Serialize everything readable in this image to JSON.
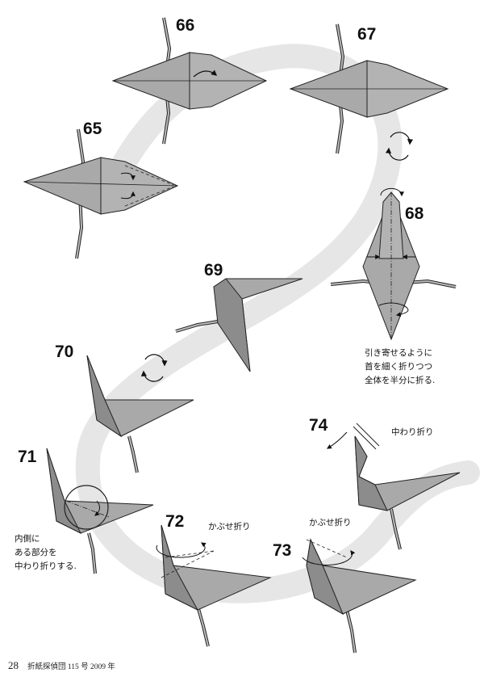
{
  "page": {
    "page_number": "28",
    "publication": "折紙探偵団 115 号 2009 年"
  },
  "steps": [
    "65",
    "66",
    "67",
    "68",
    "69",
    "70",
    "71",
    "72",
    "73",
    "74"
  ],
  "notes": {
    "step68": [
      "引き寄せるように",
      "首を細く折りつつ",
      "全体を半分に折る."
    ],
    "step71": [
      "内側に",
      "ある部分を",
      "中わり折りする."
    ],
    "step72": "かぶせ折り",
    "step73": "かぶせ折り",
    "step74": "中わり折り"
  },
  "colors": {
    "paper": "#a9a9a9",
    "paper_dark": "#8c8c8c",
    "path_band": "#e6e6e6",
    "line": "#222222"
  },
  "icons": [
    "rotate-arrows-icon",
    "rotate-arrows-icon",
    "flip-arrow-icon"
  ]
}
